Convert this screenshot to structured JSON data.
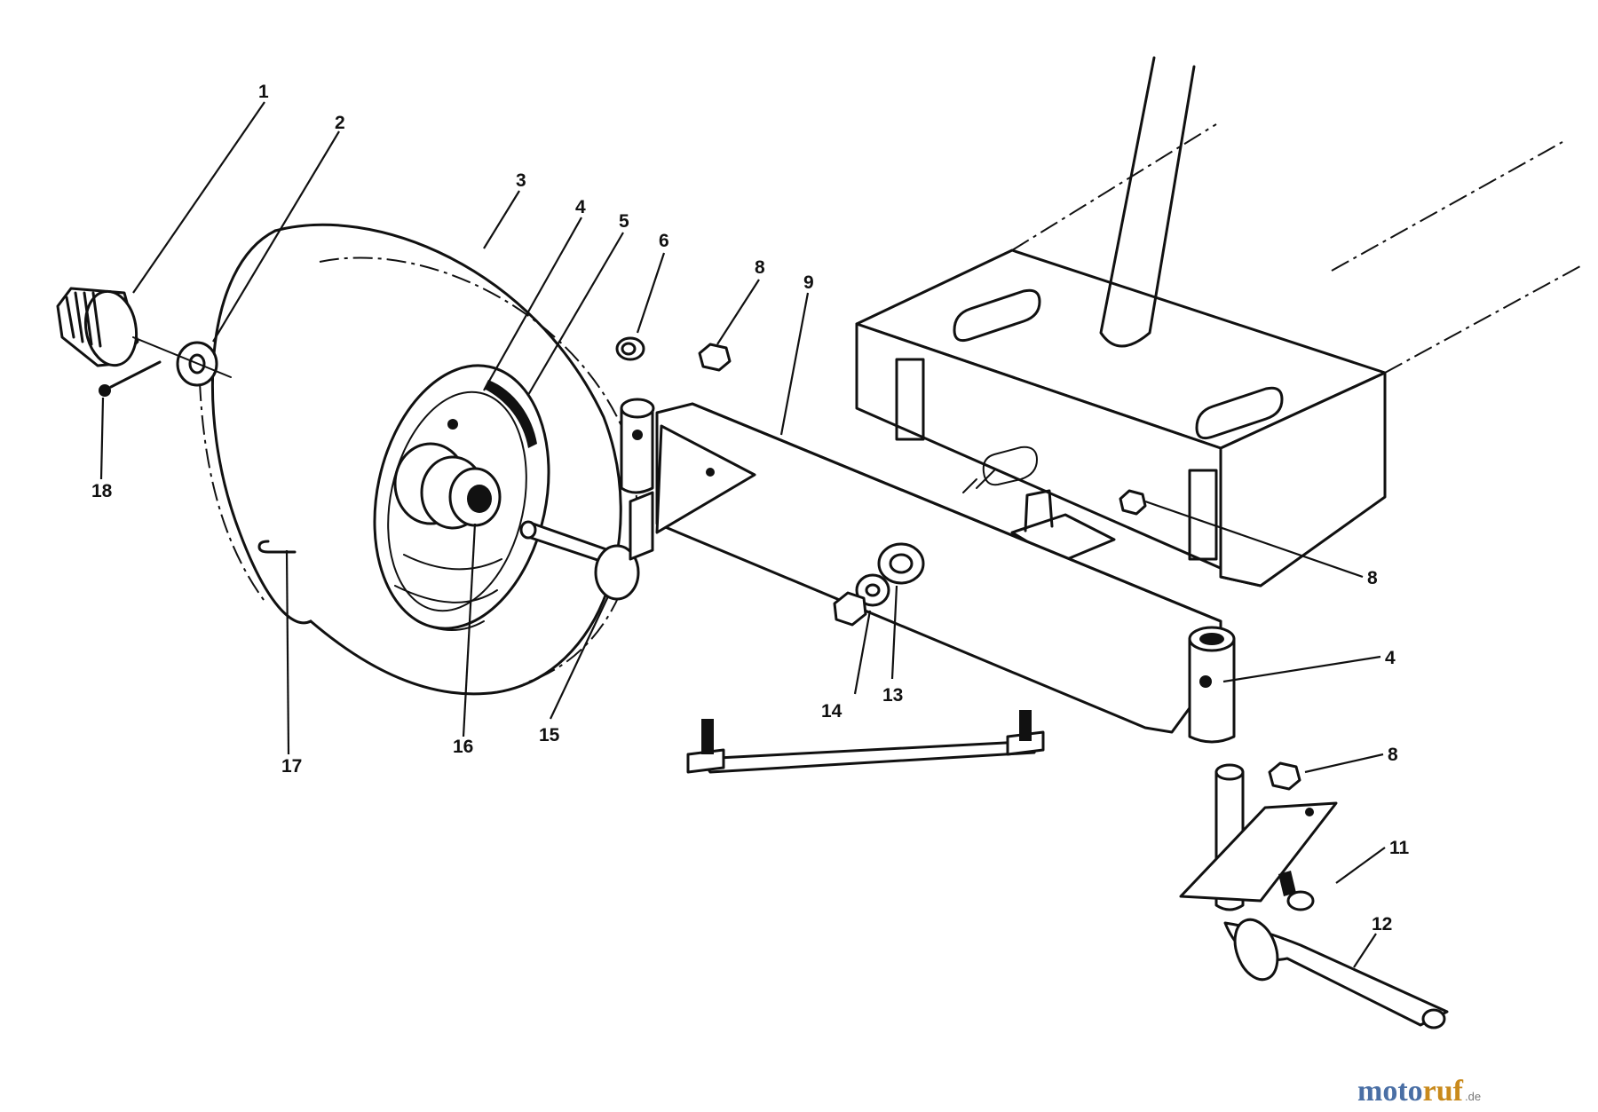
{
  "callouts": {
    "c1": "1",
    "c2": "2",
    "c3": "3",
    "c4a": "4",
    "c4b": "4",
    "c5": "5",
    "c6": "6",
    "c8a": "8",
    "c8b": "8",
    "c8c": "8",
    "c9": "9",
    "c11": "11",
    "c12": "12",
    "c13": "13",
    "c14": "14",
    "c15": "15",
    "c16": "16",
    "c17": "17",
    "c18": "18"
  },
  "watermark": {
    "part1": "moto",
    "part2": "ruf",
    "suffix": ".de"
  },
  "colors": {
    "ink": "#111111",
    "watermark_blue": "#4a6fa5",
    "watermark_orange": "#c98a1c"
  }
}
